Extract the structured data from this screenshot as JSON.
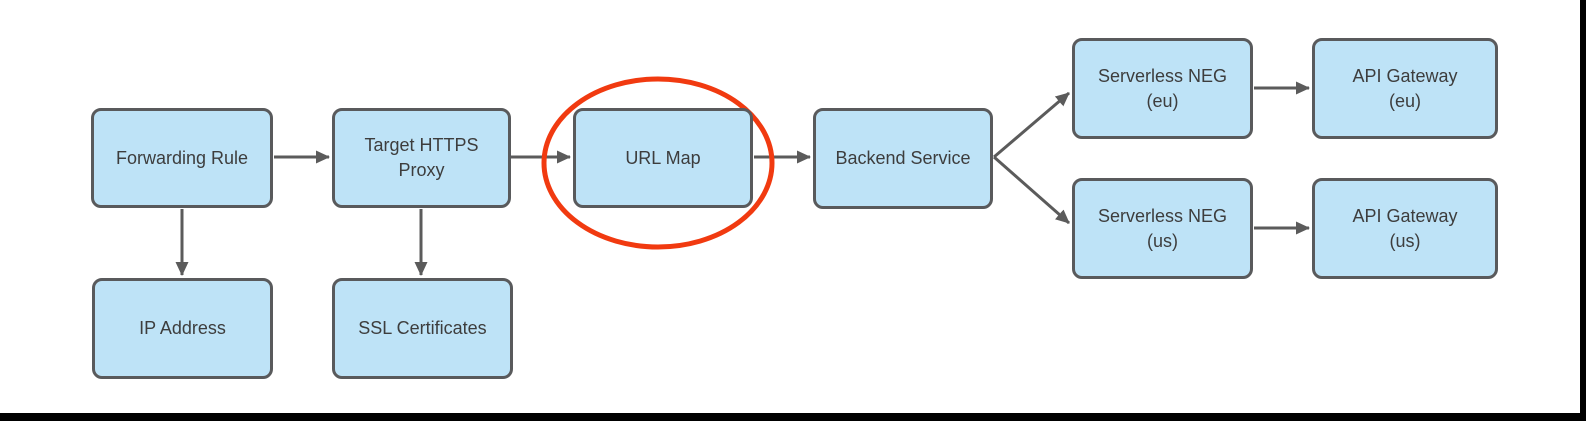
{
  "diagram": {
    "title_hint": "HTTPS load balancer flow diagram",
    "colors": {
      "node_fill": "#bee3f7",
      "node_border": "#595a5c",
      "arrow": "#5b5b5b",
      "text": "#3d3d3d",
      "highlight_ellipse": "#f13a10",
      "frame_border": "#000000",
      "background": "#ffffff"
    },
    "nodes": [
      {
        "id": "forwarding-rule",
        "label": "Forwarding Rule"
      },
      {
        "id": "target-https-proxy",
        "label": "Target HTTPS",
        "sublabel": "Proxy"
      },
      {
        "id": "url-map",
        "label": "URL Map",
        "highlighted": "true"
      },
      {
        "id": "backend-service",
        "label": "Backend Service"
      },
      {
        "id": "serverless-neg-eu",
        "label": "Serverless NEG",
        "sublabel": "(eu)"
      },
      {
        "id": "api-gateway-eu",
        "label": "API Gateway",
        "sublabel": "(eu)"
      },
      {
        "id": "serverless-neg-us",
        "label": "Serverless NEG",
        "sublabel": "(us)"
      },
      {
        "id": "api-gateway-us",
        "label": "API Gateway",
        "sublabel": "(us)"
      },
      {
        "id": "ip-address",
        "label": "IP Address"
      },
      {
        "id": "ssl-certificates",
        "label": "SSL Certificates"
      }
    ],
    "edges": [
      {
        "from": "Forwarding Rule",
        "to": "Target HTTPS Proxy"
      },
      {
        "from": "Target HTTPS Proxy",
        "to": "URL Map"
      },
      {
        "from": "URL Map",
        "to": "Backend Service"
      },
      {
        "from": "Backend Service",
        "to": "Serverless NEG (eu)"
      },
      {
        "from": "Backend Service",
        "to": "Serverless NEG (us)"
      },
      {
        "from": "Serverless NEG (eu)",
        "to": "API Gateway (eu)"
      },
      {
        "from": "Serverless NEG (us)",
        "to": "API Gateway (us)"
      },
      {
        "from": "Forwarding Rule",
        "to": "IP Address"
      },
      {
        "from": "Target HTTPS Proxy",
        "to": "SSL Certificates"
      }
    ],
    "highlight": {
      "shape": "ellipse",
      "around": "URL Map",
      "color": "#f13a10"
    }
  }
}
